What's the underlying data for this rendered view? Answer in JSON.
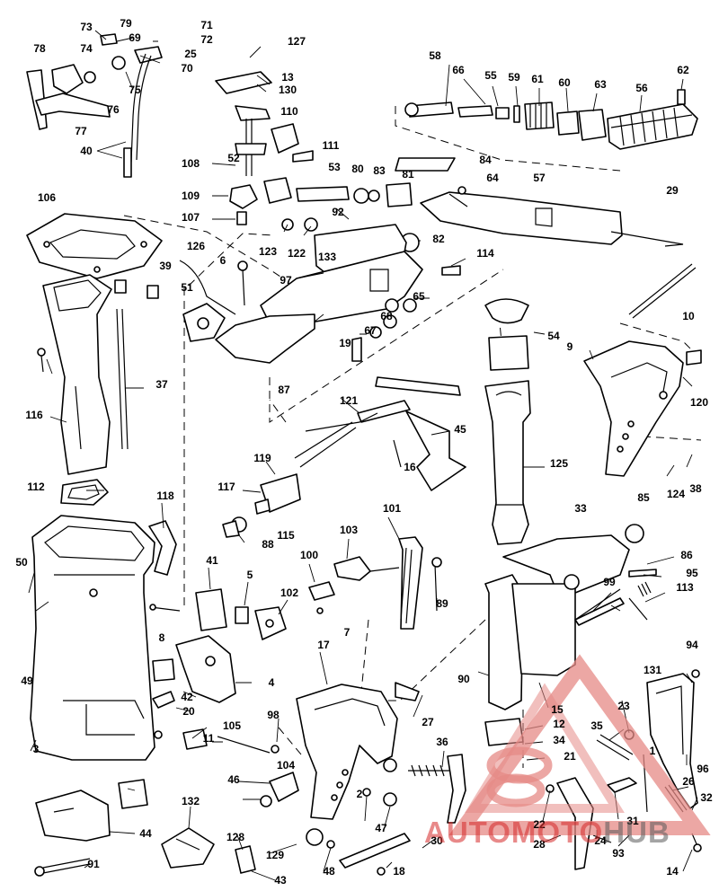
{
  "callouts": [
    "73",
    "79",
    "71",
    "78",
    "74",
    "69",
    "72",
    "25",
    "70",
    "75",
    "76",
    "77",
    "40",
    "127",
    "13",
    "130",
    "110",
    "108",
    "111",
    "52",
    "109",
    "107",
    "53",
    "80",
    "83",
    "81",
    "84",
    "58",
    "66",
    "55",
    "59",
    "61",
    "60",
    "63",
    "62",
    "56",
    "64",
    "57",
    "29",
    "10",
    "106",
    "39",
    "126",
    "6",
    "51",
    "92",
    "123",
    "122",
    "133",
    "82",
    "114",
    "97",
    "65",
    "68",
    "67",
    "19",
    "87",
    "54",
    "37",
    "116",
    "121",
    "45",
    "9",
    "120",
    "119",
    "117",
    "16",
    "125",
    "124",
    "38",
    "112",
    "118",
    "115",
    "88",
    "33",
    "85",
    "86",
    "95",
    "113",
    "50",
    "41",
    "5",
    "102",
    "103",
    "101",
    "100",
    "89",
    "99",
    "7",
    "8",
    "49",
    "17",
    "4",
    "42",
    "20",
    "90",
    "94",
    "131",
    "105",
    "98",
    "27",
    "15",
    "12",
    "34",
    "23",
    "35",
    "21",
    "1",
    "3",
    "11",
    "104",
    "46",
    "36",
    "22",
    "28",
    "24",
    "31",
    "93",
    "96",
    "26",
    "32",
    "128",
    "132",
    "129",
    "48",
    "47",
    "2",
    "30",
    "18",
    "44",
    "91",
    "43",
    "14"
  ],
  "watermark": {
    "brand_main": "AUTOMOTO",
    "brand_tail": "HUB",
    "accent": "#e58a86",
    "accent_text": "#d62828"
  }
}
